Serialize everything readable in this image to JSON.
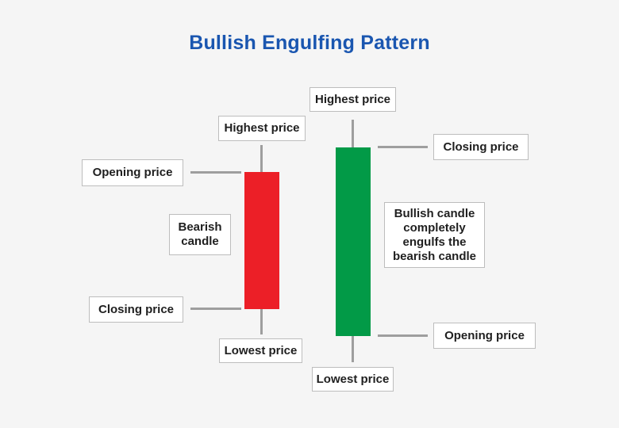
{
  "title": "Bullish Engulfing Pattern",
  "colors": {
    "title": "#1a56b0",
    "bearish_body": "#ec1f27",
    "bullish_body": "#029a47",
    "connector": "#9e9e9e",
    "background": "#f5f5f5"
  },
  "bearish": {
    "highest_price": "Highest price",
    "opening_price": "Opening price",
    "closing_price": "Closing price",
    "lowest_price": "Lowest price",
    "candle_label": "Bearish\ncandle"
  },
  "bullish": {
    "highest_price": "Highest price",
    "closing_price": "Closing price",
    "opening_price": "Opening price",
    "lowest_price": "Lowest price",
    "candle_label": "Bullish candle\ncompletely\nengulfs the\nbearish candle"
  }
}
